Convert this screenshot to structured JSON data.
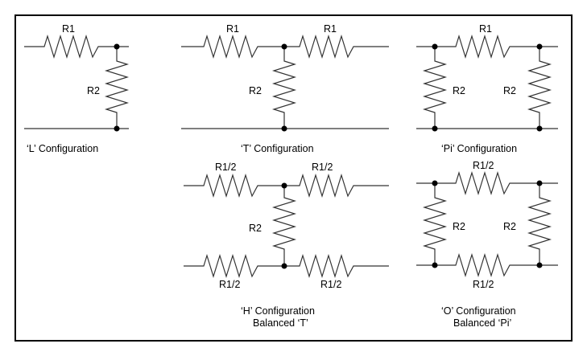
{
  "diagram": {
    "l": {
      "r1": "R1",
      "r2": "R2",
      "caption": "‘L’ Configuration"
    },
    "t": {
      "r1_left": "R1",
      "r1_right": "R1",
      "r2": "R2",
      "caption": "‘T’ Configuration"
    },
    "pi": {
      "r1": "R1",
      "r2_left": "R2",
      "r2_right": "R2",
      "caption": "‘Pi’ Configuration"
    },
    "h": {
      "r_top_left": "R1/2",
      "r_top_right": "R1/2",
      "r2": "R2",
      "r_bottom_left": "R1/2",
      "r_bottom_right": "R1/2",
      "caption_line1": "‘H’ Configuration",
      "caption_line2": "Balanced ‘T’"
    },
    "o": {
      "r_top": "R1/2",
      "r2_left": "R2",
      "r2_right": "R2",
      "r_bottom": "R1/2",
      "caption_line1": "‘O’ Configuration",
      "caption_line2": "Balanced ‘Pi’"
    }
  }
}
